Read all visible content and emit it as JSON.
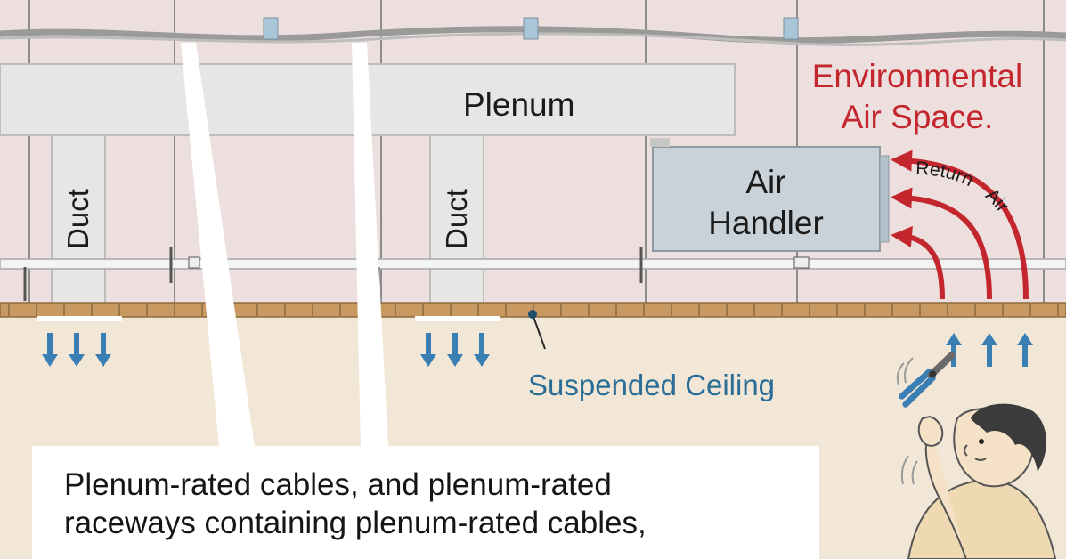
{
  "labels": {
    "plenum": "Plenum",
    "duct_left": "Duct",
    "duct_right": "Duct",
    "air_handler_line1": "Air",
    "air_handler_line2": "Handler",
    "environmental_line1": "Environmental",
    "environmental_line2": "Air Space.",
    "return_air_word1": "Return",
    "return_air_word2": "Air",
    "suspended_ceiling": "Suspended Ceiling"
  },
  "note": {
    "line1": "Plenum-rated cables, and plenum-rated",
    "line2": "raceways containing plenum-rated cables,"
  },
  "colors": {
    "plenum_wall": "#eddfdd",
    "room": "#f2e6d6",
    "duct": "#e6e6e6",
    "air_handler": "#c9d2d9",
    "ceiling_tiles": "#c89a62",
    "arrow_blue": "#3a7fb4",
    "arrow_red": "#c4262e",
    "label_red": "#c4262e",
    "label_blue": "#2a6d96"
  }
}
